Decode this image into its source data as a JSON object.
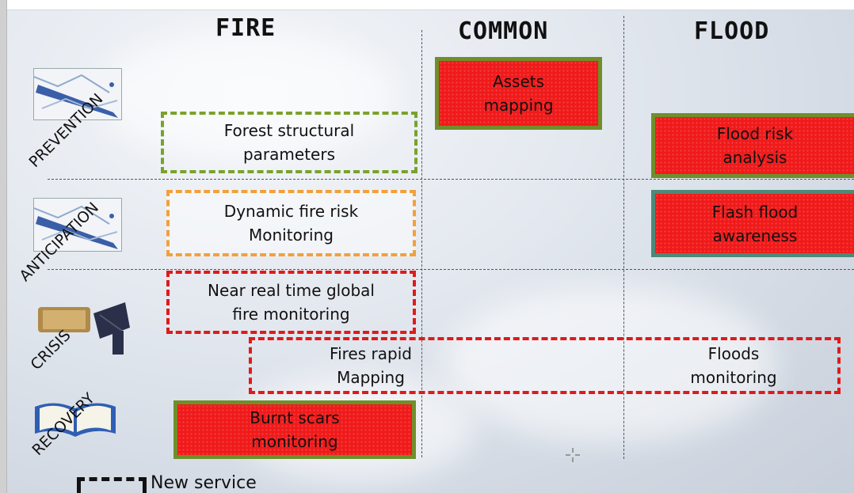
{
  "columns": {
    "fire": "FIRE",
    "common": "COMMON",
    "flood": "FLOOD"
  },
  "phases": {
    "prevention": "PREVENTION",
    "anticipation": "ANTICIPATION",
    "crisis": "CRISIS",
    "recovery": "RECOVERY"
  },
  "services": {
    "assets_mapping": "Assets\nmapping",
    "forest_structural": "Forest structural\nparameters",
    "flood_risk": "Flood risk\nanalysis",
    "dynamic_fire_risk": "Dynamic fire risk\nMonitoring",
    "flash_flood": "Flash flood\nawareness",
    "nrt_fire": "Near real time global\nfire monitoring",
    "fires_rapid": "Fires rapid\nMapping",
    "floods_monitoring": "Floods\nmonitoring",
    "burnt_scars": "Burnt scars\nmonitoring"
  },
  "legend": {
    "new_service": "New service"
  },
  "colors": {
    "service_red": "#f01a1a",
    "green_border": "#6f8f2a",
    "orange_dash": "#f3a03c",
    "red_dash": "#e01a1a"
  }
}
